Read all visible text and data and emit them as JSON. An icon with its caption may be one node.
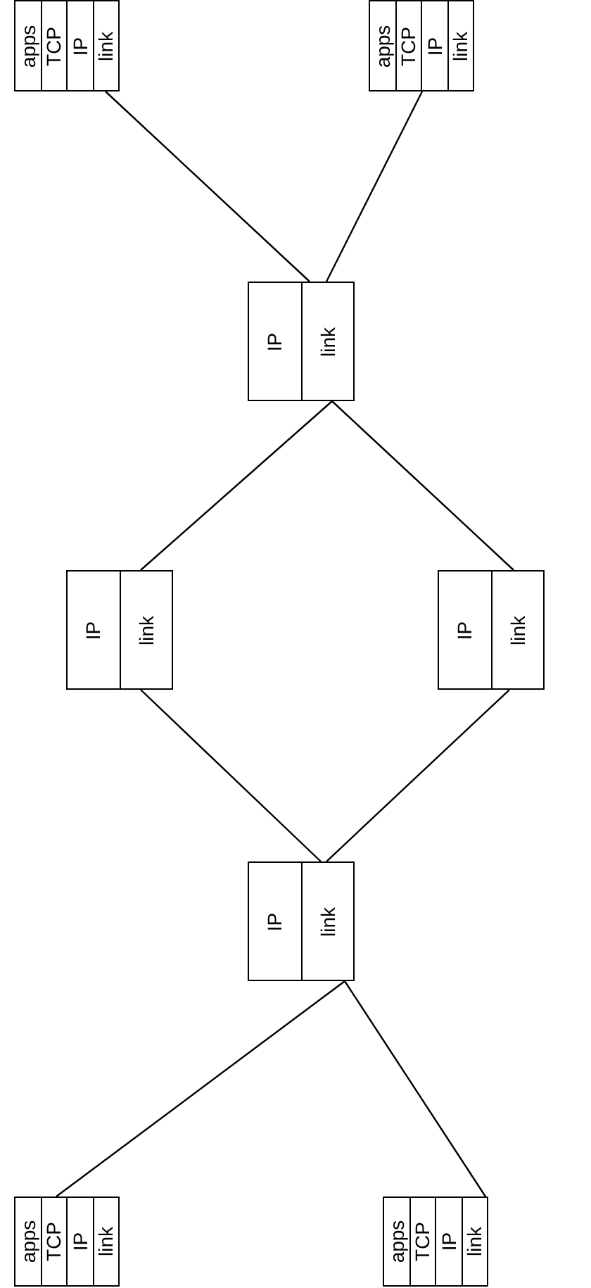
{
  "diagram": {
    "nodes": [
      {
        "text": [
          "apps",
          "TCP",
          "IP",
          "link"
        ]
      },
      {
        "text": [
          "apps",
          "TCP",
          "IP",
          "link"
        ]
      },
      {
        "text": [
          "IP",
          "link"
        ]
      },
      {
        "text": [
          "IP",
          "link"
        ]
      },
      {
        "text": [
          "IP",
          "link"
        ]
      },
      {
        "text": [
          "IP",
          "link"
        ]
      },
      {
        "text": [
          "apps",
          "TCP",
          "IP",
          "link"
        ]
      },
      {
        "text": [
          "apps",
          "TCP",
          "IP",
          "link"
        ]
      }
    ],
    "edges": [
      {
        "from": 0,
        "to": 2,
        "arrow": "none"
      },
      {
        "from": 1,
        "to": 2,
        "arrow": "none"
      },
      {
        "from": 2,
        "to": 3,
        "arrow": "none"
      },
      {
        "from": 2,
        "to": 4,
        "arrow": "none"
      },
      {
        "from": 3,
        "to": 5,
        "arrow": "none"
      },
      {
        "from": 4,
        "to": 5,
        "arrow": "none"
      },
      {
        "from": 5,
        "to": 6,
        "arrow": "none"
      },
      {
        "from": 5,
        "to": 7,
        "arrow": "none"
      }
    ]
  }
}
